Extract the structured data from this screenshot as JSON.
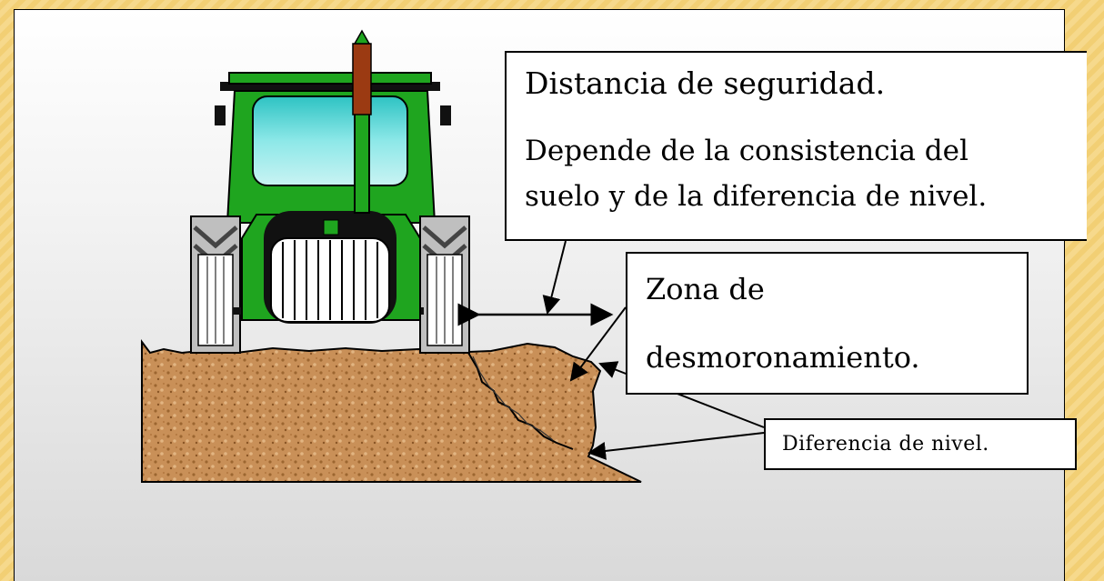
{
  "callouts": {
    "safety_distance": {
      "title": "Distancia de seguridad.",
      "line1": "Depende de la consistencia del",
      "line2": "suelo y de la diferencia de nivel."
    },
    "collapse_zone": {
      "line1": "Zona de",
      "line2": "desmoronamiento."
    },
    "level_difference": {
      "label": "Diferencia de nivel."
    }
  },
  "colors": {
    "tractor_body": "#1fa51f",
    "cab_glass": "#4fd0d0",
    "exhaust": "#9b3a12",
    "soil": "#c48a4e",
    "background_stripes": "#f6d98c"
  }
}
